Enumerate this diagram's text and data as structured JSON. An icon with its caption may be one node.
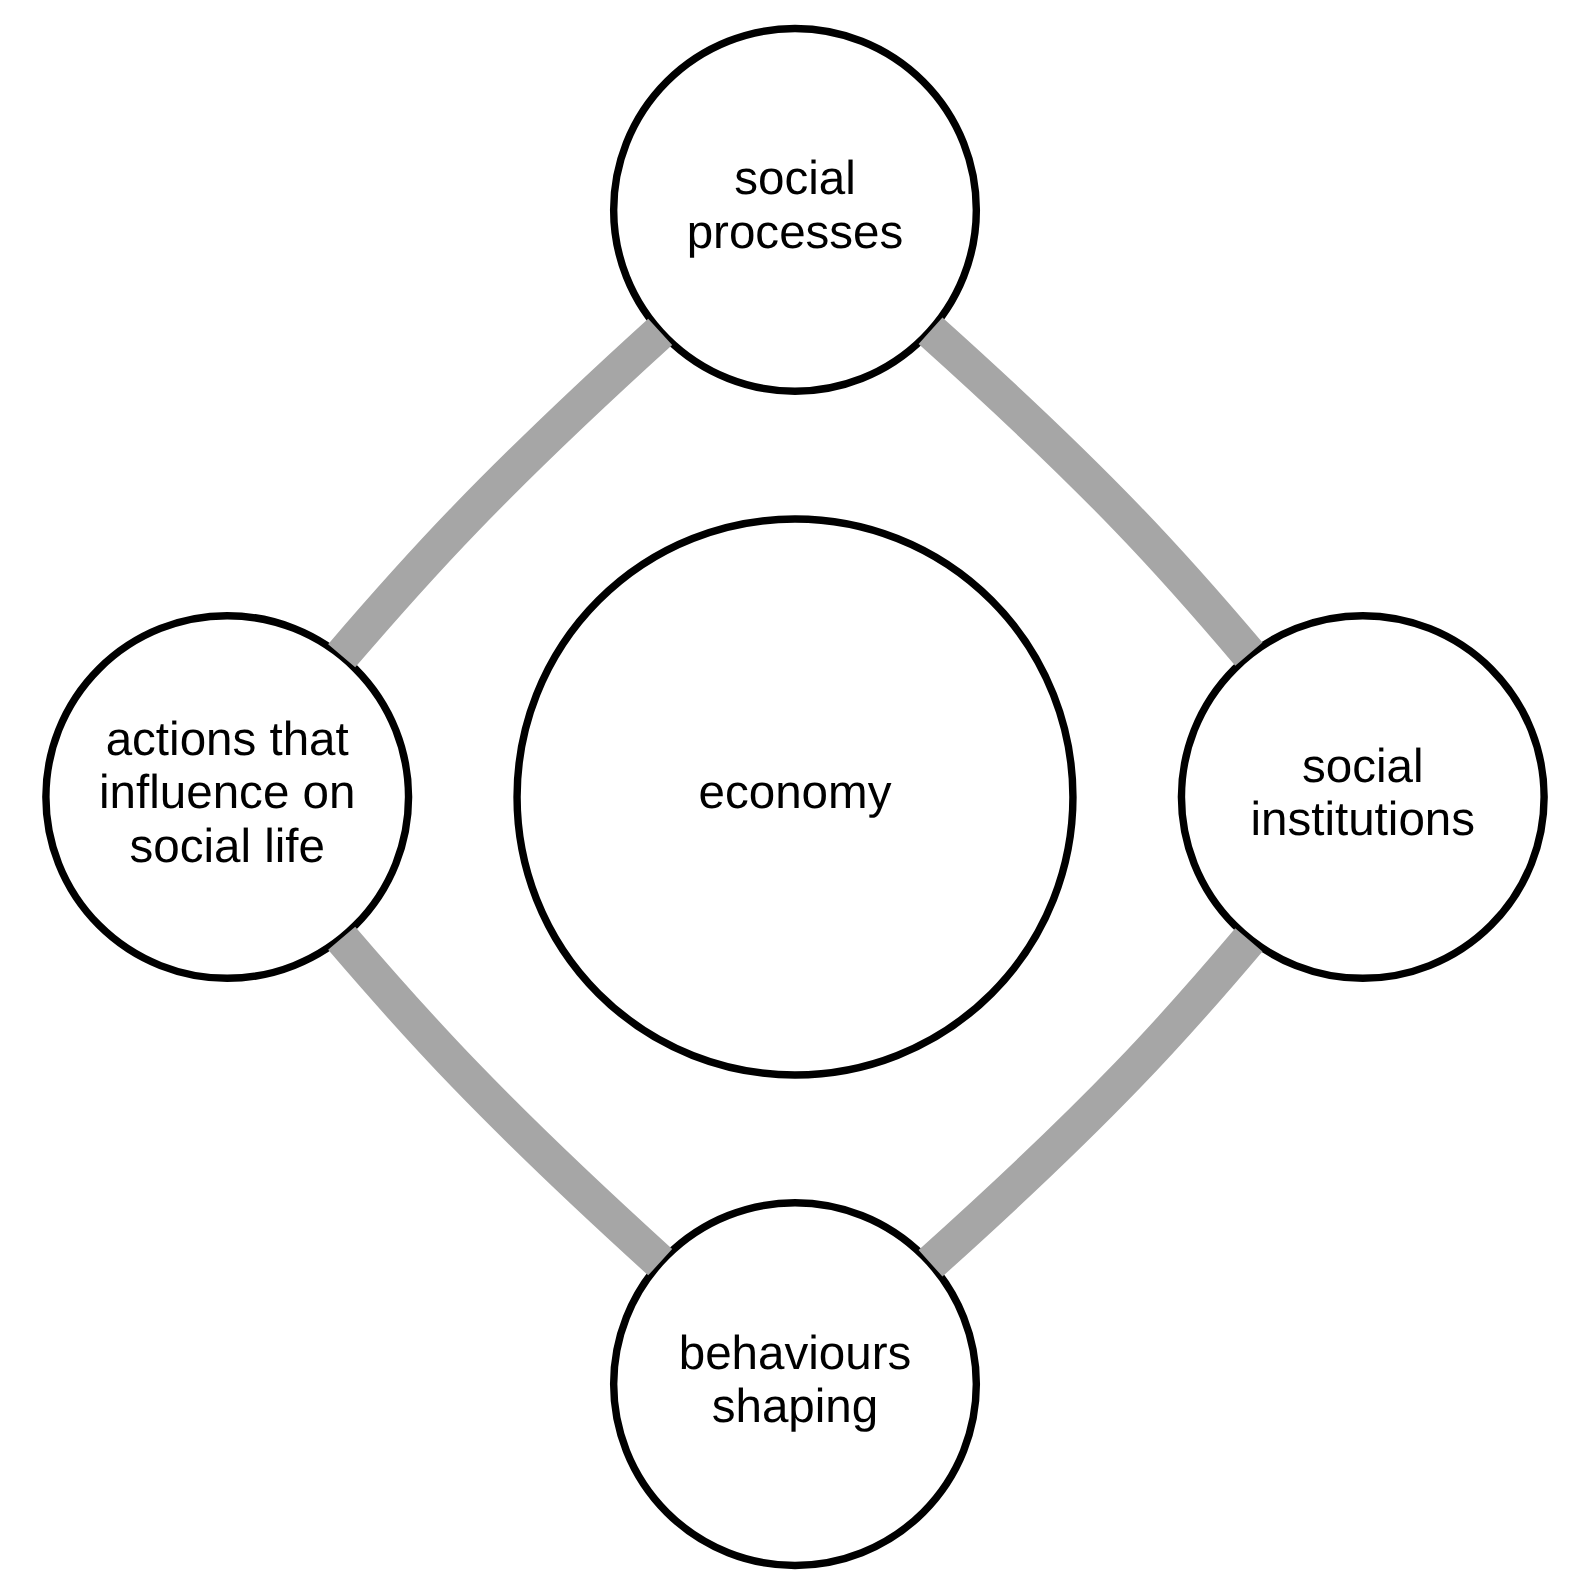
{
  "diagram": {
    "nodes": [
      {
        "text": [
          "social processes"
        ]
      },
      {
        "text": [
          "actions that influence on social life"
        ]
      },
      {
        "text": [
          "economy"
        ]
      },
      {
        "text": [
          "social institutions"
        ]
      },
      {
        "text": [
          "behaviours shaping"
        ]
      }
    ],
    "edges": [
      {
        "from": 0,
        "to": 3,
        "arrow": "none",
        "color": "#a6a6a6"
      },
      {
        "from": 3,
        "to": 4,
        "arrow": "none",
        "color": "#a6a6a6"
      },
      {
        "from": 4,
        "to": 1,
        "arrow": "none",
        "color": "#a6a6a6"
      },
      {
        "from": 1,
        "to": 0,
        "arrow": "none",
        "color": "#a6a6a6"
      }
    ]
  }
}
